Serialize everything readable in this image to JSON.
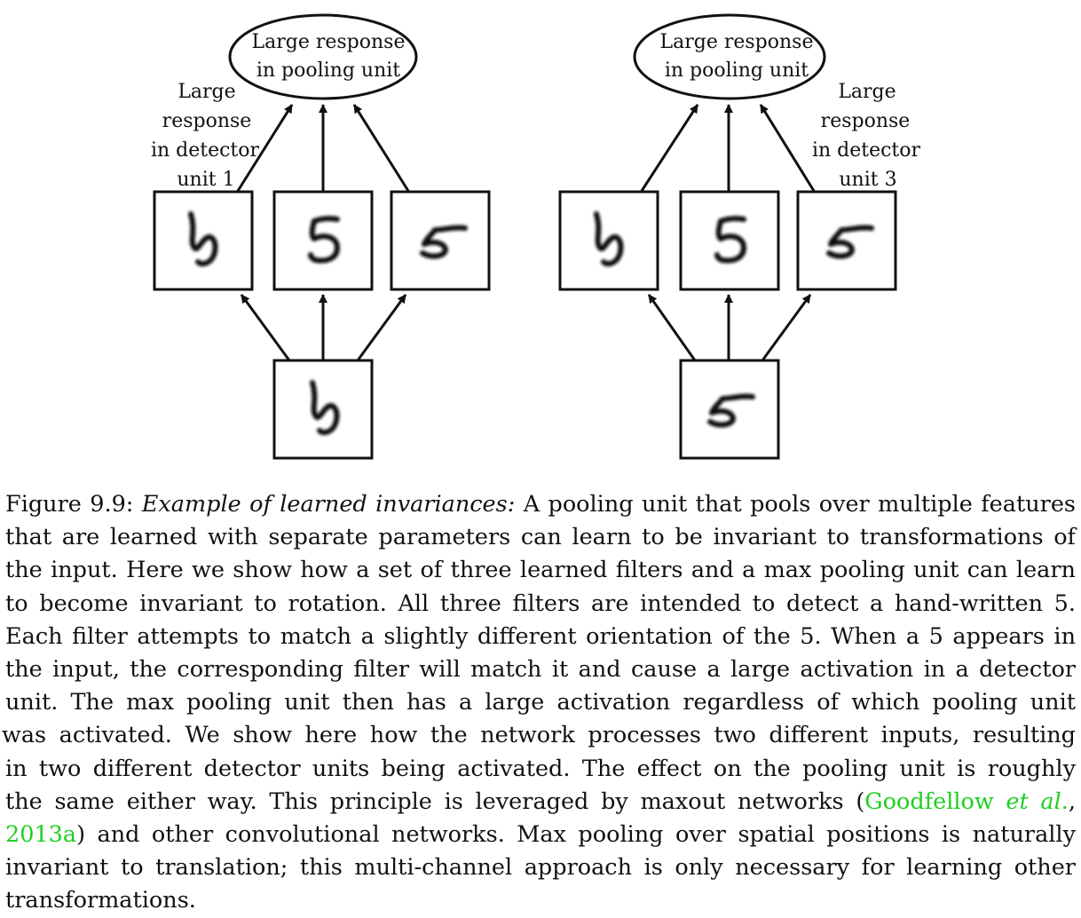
{
  "figure": {
    "left_panel": {
      "pool_label_line1": "Large response",
      "pool_label_line2": "in pooling unit",
      "detector_label_lines": [
        "Large",
        "response",
        "in detector",
        "unit 1"
      ],
      "filters": [
        "rotated-5",
        "upright-5",
        "flattened-5"
      ],
      "input": "rotated-5"
    },
    "right_panel": {
      "pool_label_line1": "Large response",
      "pool_label_line2": "in pooling unit",
      "detector_label_lines": [
        "Large",
        "response",
        "in detector",
        "unit 3"
      ],
      "filters": [
        "rotated-5",
        "upright-5",
        "flattened-5"
      ],
      "input": "flattened-5"
    }
  },
  "caption": {
    "lines": [
      {
        "prefix": "Figure 9.9: ",
        "italic": "Example of learned invariances:",
        "rest": " A pooling unit that pools over multiple features"
      },
      {
        "text": "that are learned with separate parameters can learn to be invariant to transformations of"
      },
      {
        "text": "the input. Here we show how a set of three learned filters and a max pooling unit can learn"
      },
      {
        "text": "to become invariant to rotation. All three filters are intended to detect a hand-written 5."
      },
      {
        "text": "Each filter attempts to match a slightly different orientation of the 5. When a 5 appears in"
      },
      {
        "text": "the input, the corresponding filter will match it and cause a large activation in a detector"
      },
      {
        "text": "unit. The max pooling unit then has a large activation regardless of which pooling unit"
      },
      {
        "text": "was activated. We show here how the network processes two different inputs, resulting"
      },
      {
        "text": "in two different detector units being activated. The effect on the pooling unit is roughly"
      },
      {
        "text": "the same either way. This principle is leveraged by maxout networks (",
        "cite_author": "Goodfellow",
        "cite_etal": "et al.",
        "tail": ","
      },
      {
        "cite_year": "2013a",
        "text": ") and other convolutional networks. Max pooling over spatial positions is naturally"
      },
      {
        "text": "invariant to translation; this multi-channel approach is only necessary for learning other"
      },
      {
        "text": "transformations."
      }
    ]
  },
  "colors": {
    "citation": "#1fcf1f",
    "ink": "#111111"
  }
}
